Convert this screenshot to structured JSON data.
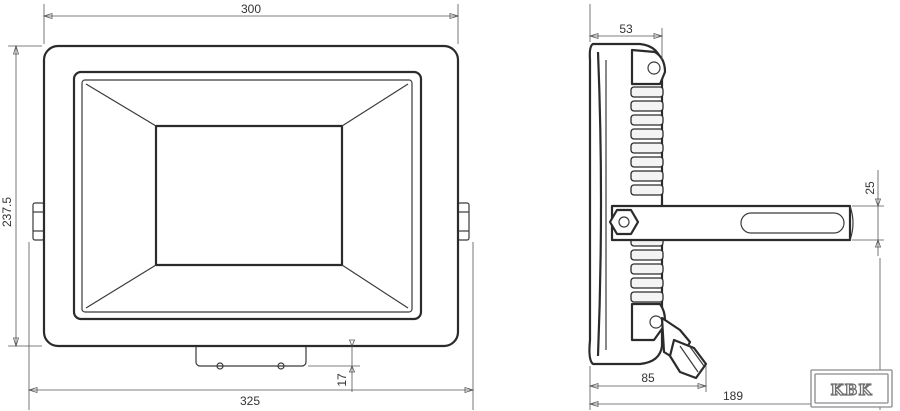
{
  "dimensions": {
    "front_width": "300",
    "front_height": "237.5",
    "front_total_width": "325",
    "front_bottom_offset": "17",
    "side_depth_top": "53",
    "side_bracket_thickness": "25",
    "side_bottom_depth": "85",
    "side_total_depth": "189"
  },
  "logo": {
    "text": "KBK"
  }
}
